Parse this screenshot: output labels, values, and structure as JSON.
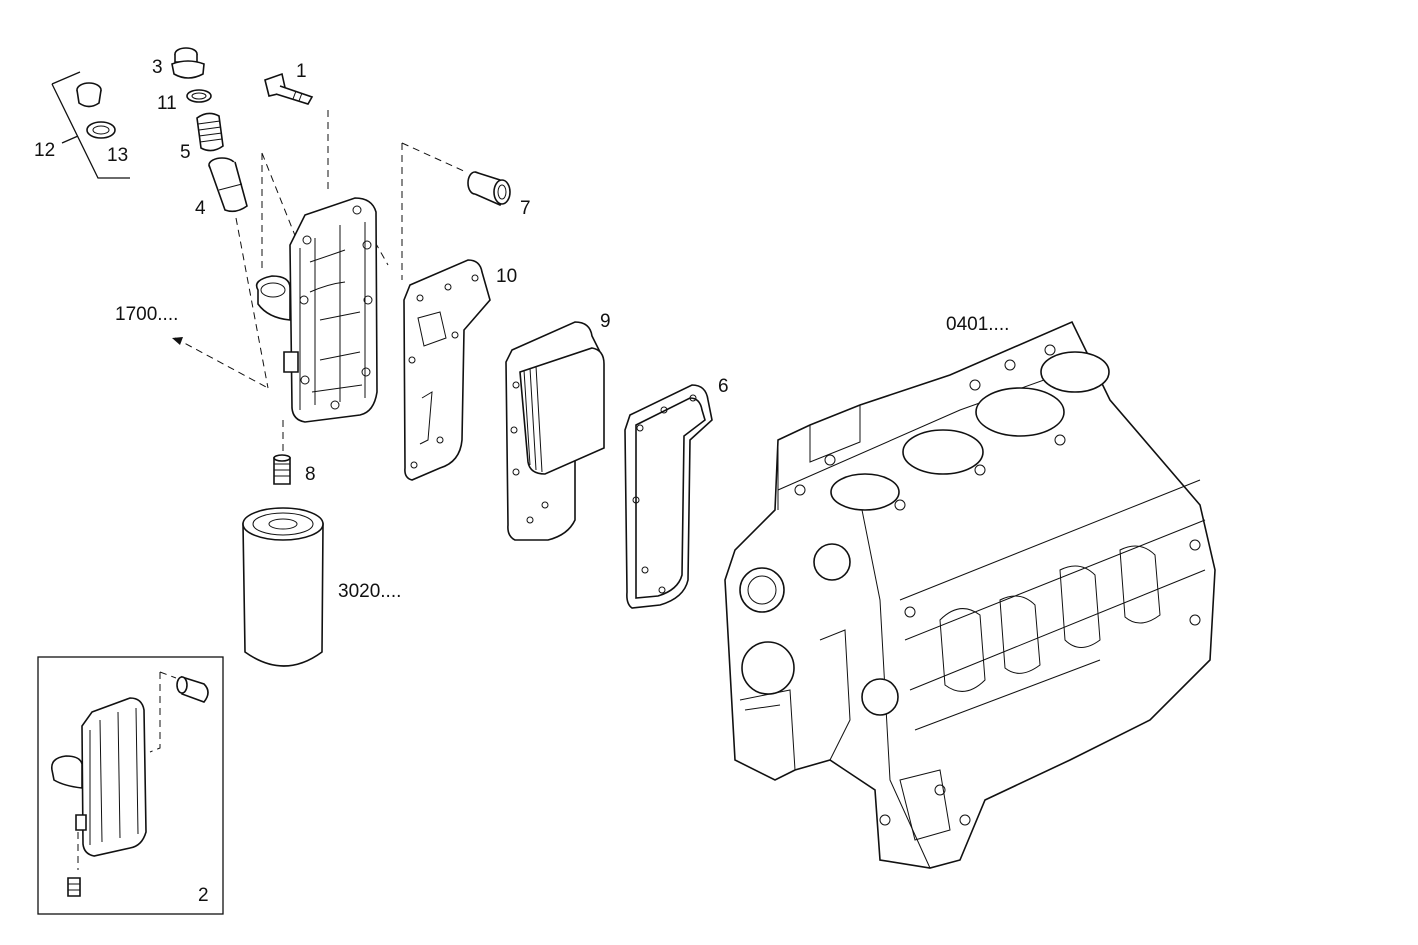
{
  "labels": {
    "p1": "1",
    "p2": "2",
    "p3": "3",
    "p4": "4",
    "p5": "5",
    "p6": "6",
    "p7": "7",
    "p8": "8",
    "p9": "9",
    "p10": "10",
    "p11": "11",
    "p12": "12",
    "p13": "13",
    "ref1700": "1700....",
    "ref3020": "3020....",
    "ref0401": "0401...."
  },
  "icons": [
    "arrow-left-icon"
  ]
}
